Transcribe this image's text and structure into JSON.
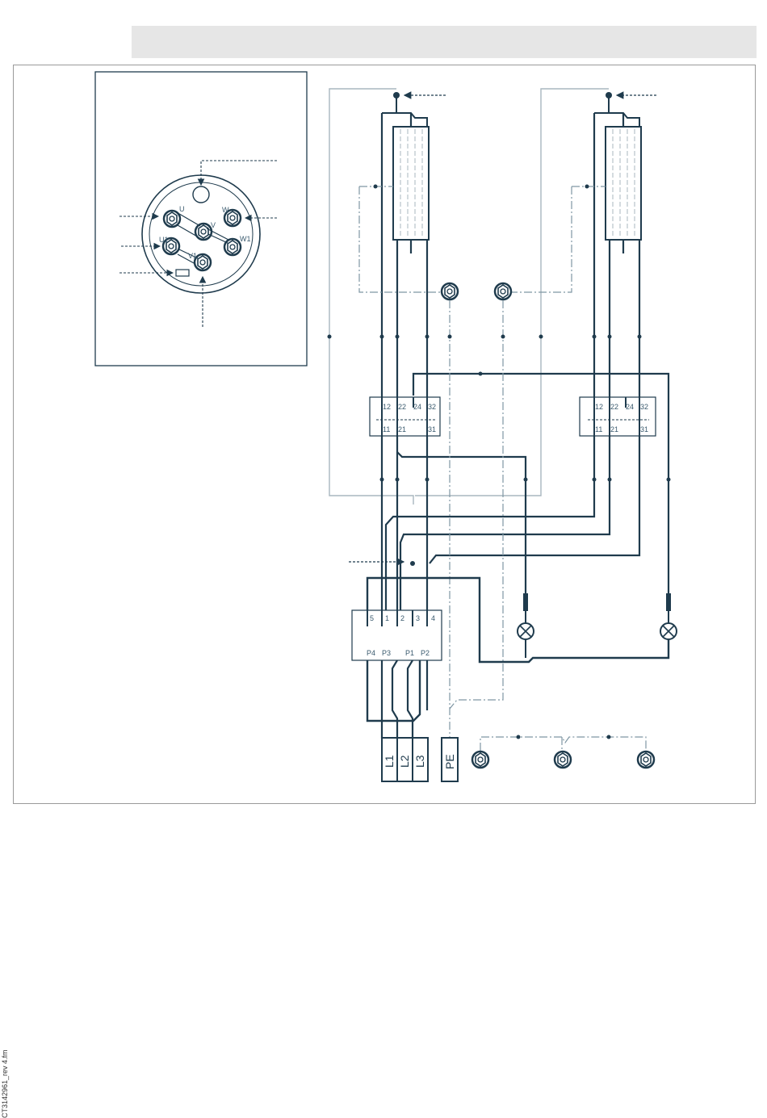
{
  "terminal_block": {
    "labels": [
      "U",
      "V",
      "W",
      "U1",
      "V1",
      "W1"
    ]
  },
  "switches": {
    "left": {
      "top": [
        "12",
        "22",
        "24",
        "32"
      ],
      "bottom": [
        "11",
        "21",
        "31"
      ]
    },
    "right": {
      "top": [
        "12",
        "22",
        "24",
        "32"
      ],
      "bottom": [
        "11",
        "21",
        "31"
      ]
    }
  },
  "main_switch": {
    "top": [
      "5",
      "1",
      "2",
      "3",
      "4"
    ],
    "bottom": [
      "P4",
      "P3",
      "P1",
      "P2"
    ]
  },
  "supply_terminals": [
    "L1",
    "L2",
    "L3",
    "PE"
  ],
  "footer": {
    "doc_code": "CT3142961_rev 4.fm"
  },
  "colors": {
    "wire": "#1f3b4d",
    "thin_wire": "#7f96a3",
    "grey_wire": "#a9b7bf"
  }
}
